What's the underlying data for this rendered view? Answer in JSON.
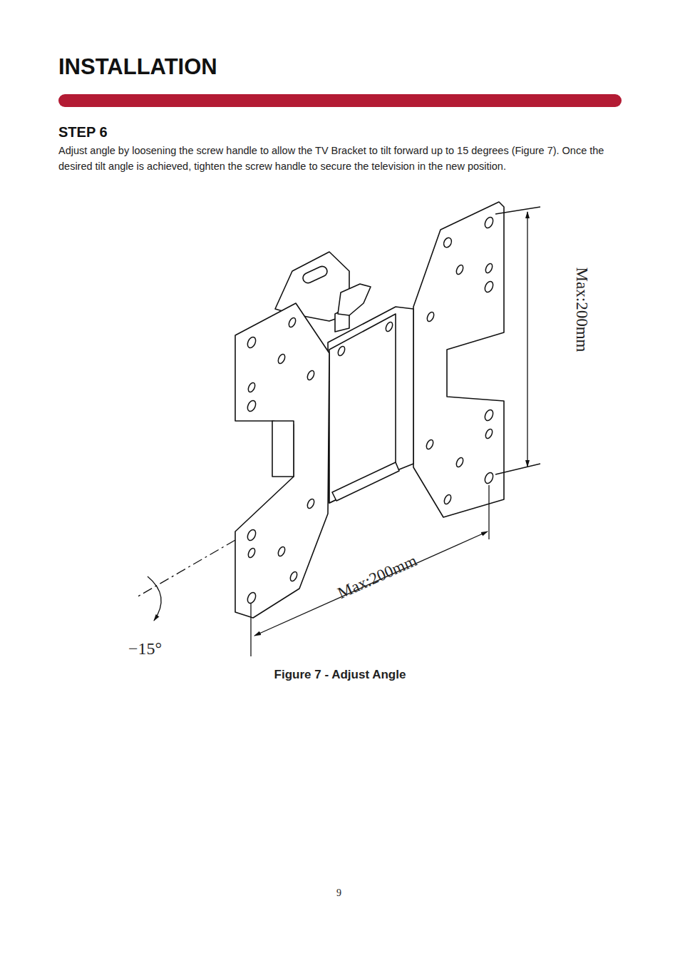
{
  "diagram": {
    "title": "INSTALLATION",
    "caption": "Figure 7 - Adjust Angle",
    "labels": [
      "STEP 6",
      "Adjust angle by loosening the screw handle to allow the TV Bracket to tilt forward up to 15 degrees (Figure 7). Once the desired tilt angle is achieved, tighten the screw handle to secure the television in the new position.",
      "Max:200mm",
      "Max:200mm",
      "−15°",
      "9"
    ]
  }
}
